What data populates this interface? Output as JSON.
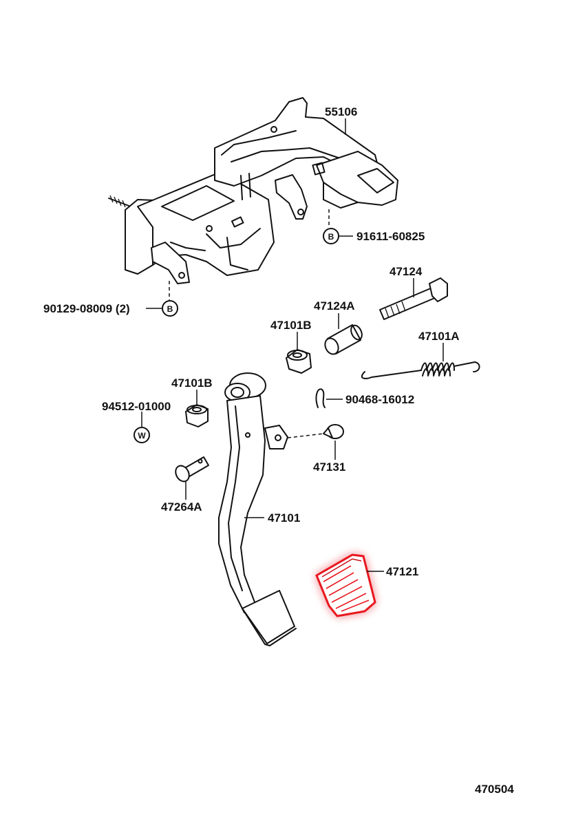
{
  "diagram_code": "470504",
  "highlight_color": "#e8171f",
  "highlighted_part": "47121",
  "callouts": [
    {
      "id": "55106",
      "label": "55106"
    },
    {
      "id": "91611-60825",
      "label": "91611-60825",
      "marker": "B"
    },
    {
      "id": "90129-08009",
      "label": "90129-08009 (2)",
      "marker": "B"
    },
    {
      "id": "47124",
      "label": "47124"
    },
    {
      "id": "47124A",
      "label": "47124A"
    },
    {
      "id": "47101B-top",
      "label": "47101B"
    },
    {
      "id": "47101A",
      "label": "47101A"
    },
    {
      "id": "47101B-left",
      "label": "47101B"
    },
    {
      "id": "94512-01000",
      "label": "94512-01000",
      "marker": "W"
    },
    {
      "id": "90468-16012",
      "label": "90468-16012"
    },
    {
      "id": "47131",
      "label": "47131"
    },
    {
      "id": "47264A",
      "label": "47264A"
    },
    {
      "id": "47101",
      "label": "47101"
    },
    {
      "id": "47121",
      "label": "47121"
    }
  ]
}
